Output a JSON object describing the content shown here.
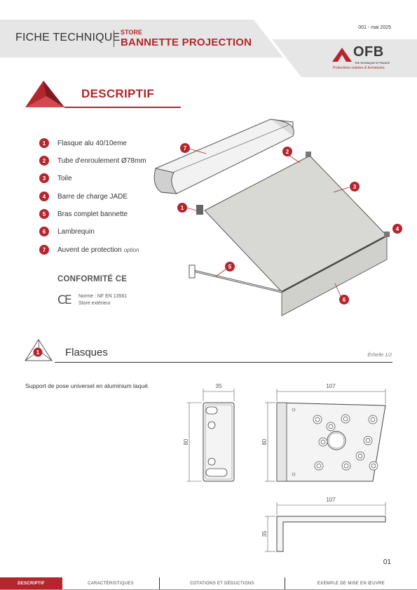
{
  "header": {
    "title": "FICHE TECHNIQUE",
    "category": "STORE",
    "product": "BANNETTE PROJECTION",
    "reference": "001 - mai 2025",
    "logo_text": "OFB",
    "logo_mini": "THE TECHNIQUE OF FRANCE",
    "logo_tagline": "Protections solaires & fermetures"
  },
  "descriptif": {
    "title": "DESCRIPTIF",
    "items": [
      {
        "num": "1",
        "label": "Flasque alu 40/10eme",
        "option": ""
      },
      {
        "num": "2",
        "label": "Tube d'enroulement Ø78mm",
        "option": ""
      },
      {
        "num": "3",
        "label": "Toile",
        "option": ""
      },
      {
        "num": "4",
        "label": "Barre de charge JADE",
        "option": ""
      },
      {
        "num": "5",
        "label": "Bras complet bannette",
        "option": ""
      },
      {
        "num": "6",
        "label": "Lambrequin",
        "option": ""
      },
      {
        "num": "7",
        "label": "Auvent de protection",
        "option": "option"
      }
    ],
    "conformite": {
      "title": "CONFORMITÉ CE",
      "mark": "CE",
      "norme": "Norme : NF EN 13561",
      "usage": "Store extérieur"
    },
    "callouts": [
      "7",
      "2",
      "3",
      "1",
      "4",
      "5",
      "6"
    ]
  },
  "flasques": {
    "num": "1",
    "title": "Flasques",
    "scale": "Échelle 1/2",
    "description": "Support de pose universel en aluminium laqué.",
    "dims": {
      "front_width": "35",
      "front_height": "80",
      "side_width": "107",
      "side_height": "80",
      "bottom_width": "107",
      "bottom_height": "35"
    }
  },
  "page_number": "01",
  "footer": {
    "tabs": [
      "DESCRIPTIF",
      "CARACTÉRISTIQUES",
      "COTATIONS ET DÉDUCTIONS",
      "EXEMPLE DE MISE EN ŒUVRE"
    ],
    "active": "DESCRIPTIF"
  },
  "colors": {
    "accent": "#b3262d",
    "header_gray": "#e6e6e6",
    "text": "#333333"
  }
}
